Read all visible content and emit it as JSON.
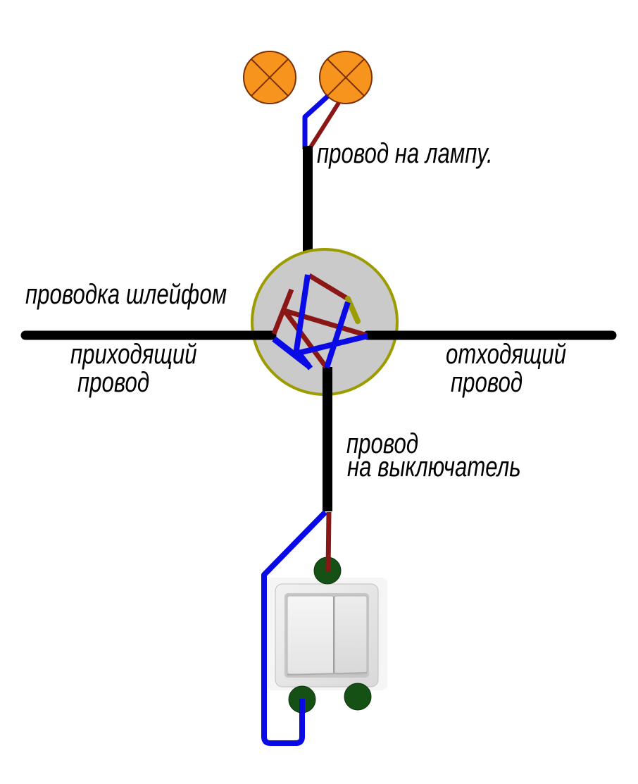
{
  "diagram": {
    "labels": {
      "wire_to_lamp": "провод на лампу.",
      "daisy_chain_wiring": "проводка шлейфом",
      "incoming_wire_line1": "приходящий",
      "incoming_wire_line2": "провод",
      "outgoing_wire_line1": "отходящий",
      "outgoing_wire_line2": "провод",
      "wire_to_switch_line1": "провод",
      "wire_to_switch_line2": "на выключатель"
    },
    "colors": {
      "background": "#FFFFFF",
      "text": "#000000",
      "cable_black": "#000000",
      "wire_blue": "#0A0AE6",
      "wire_red": "#8B1616",
      "lamp_fill": "#F7941D",
      "lamp_stroke": "#7A3000",
      "junction_fill": "#CACACA",
      "junction_stroke": "#9C9C00",
      "olive_wire": "#9C9C00",
      "terminal_green": "#155115",
      "terminal_edge": "#0A330A",
      "switch_backdrop": "#F5F5F5",
      "switch_plate_edge": "#BFBFBF",
      "switch_recess": "#C6C6C6",
      "switch_divider": "#9E9E9E"
    }
  }
}
